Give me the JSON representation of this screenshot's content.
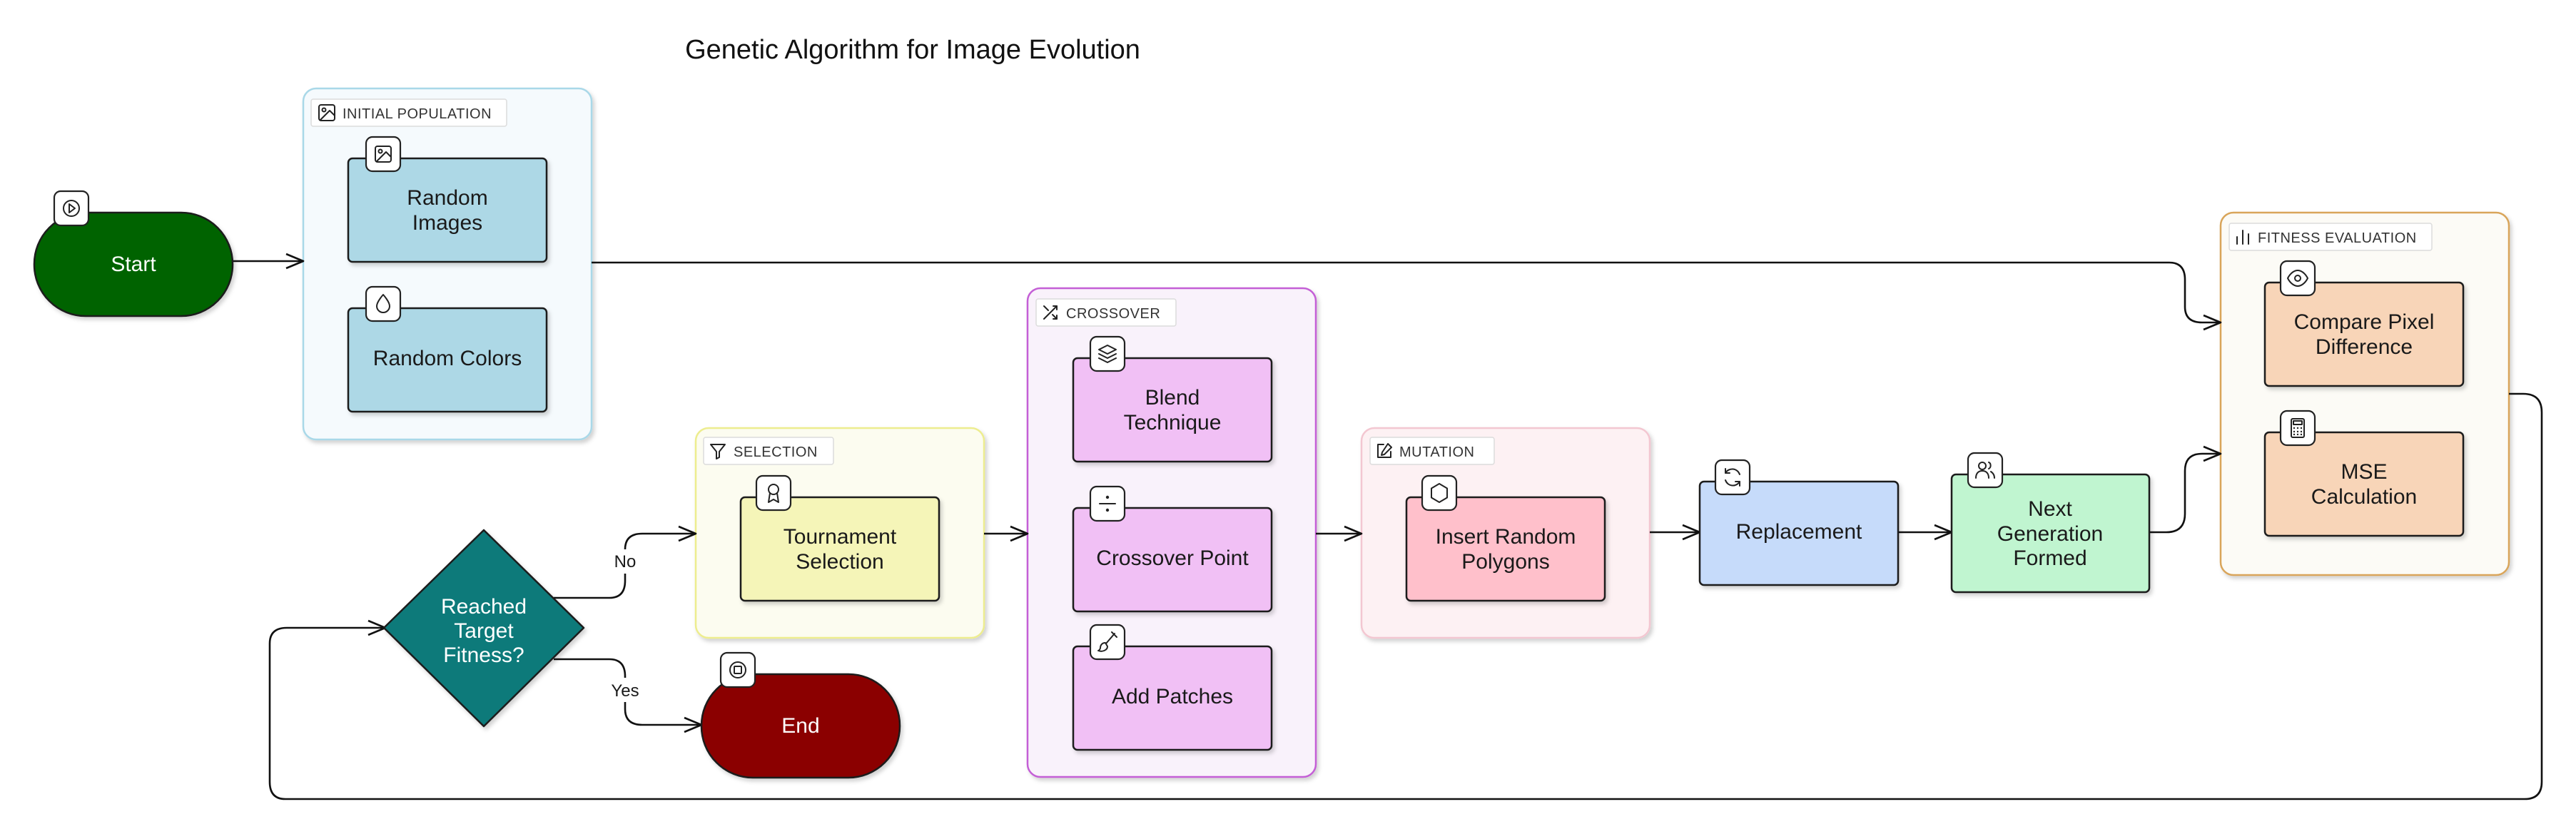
{
  "title": "Genetic Algorithm for Image Evolution",
  "colors": {
    "start": "#006400",
    "end": "#8b0000",
    "decision": "#117a7a",
    "initial_population_node": "#add8e6",
    "selection_node": "#f5f5b8",
    "crossover_node": "#f1c0f5",
    "mutation_node": "#ffc0cb",
    "replacement_node": "#c6dbfa",
    "next_generation_node": "#c0f5d0",
    "fitness_node": "#f8d5b8"
  },
  "nodes": {
    "start": {
      "label": "Start",
      "icon": "play-icon"
    },
    "end": {
      "label": "End",
      "icon": "stop-icon"
    },
    "decision": {
      "line1": "Reached",
      "line2": "Target",
      "line3": "Fitness?"
    },
    "random_images": {
      "line1": "Random",
      "line2": "Images",
      "icon": "image-icon"
    },
    "random_colors": {
      "label": "Random Colors",
      "icon": "droplet-icon"
    },
    "tournament_selection": {
      "line1": "Tournament",
      "line2": "Selection",
      "icon": "award-icon"
    },
    "blend_technique": {
      "line1": "Blend",
      "line2": "Technique",
      "icon": "layers-icon"
    },
    "crossover_point": {
      "label": "Crossover Point",
      "icon": "divide-icon"
    },
    "add_patches": {
      "label": "Add Patches",
      "icon": "brush-icon"
    },
    "insert_random_polygons": {
      "line1": "Insert Random",
      "line2": "Polygons",
      "icon": "hexagon-icon"
    },
    "replacement": {
      "label": "Replacement",
      "icon": "refresh-icon"
    },
    "next_generation": {
      "line1": "Next",
      "line2": "Generation",
      "line3": "Formed",
      "icon": "users-icon"
    },
    "compare_pixel": {
      "line1": "Compare Pixel",
      "line2": "Difference",
      "icon": "eye-icon"
    },
    "mse": {
      "line1": "MSE",
      "line2": "Calculation",
      "icon": "calculator-icon"
    }
  },
  "groups": {
    "initial_population": {
      "label": "INITIAL POPULATION",
      "icon": "image-icon"
    },
    "selection": {
      "label": "SELECTION",
      "icon": "filter-icon"
    },
    "crossover": {
      "label": "CROSSOVER",
      "icon": "shuffle-icon"
    },
    "mutation": {
      "label": "MUTATION",
      "icon": "edit-icon"
    },
    "fitness_evaluation": {
      "label": "FITNESS EVALUATION",
      "icon": "bar-chart-icon"
    }
  },
  "edges": {
    "no": "No",
    "yes": "Yes"
  }
}
